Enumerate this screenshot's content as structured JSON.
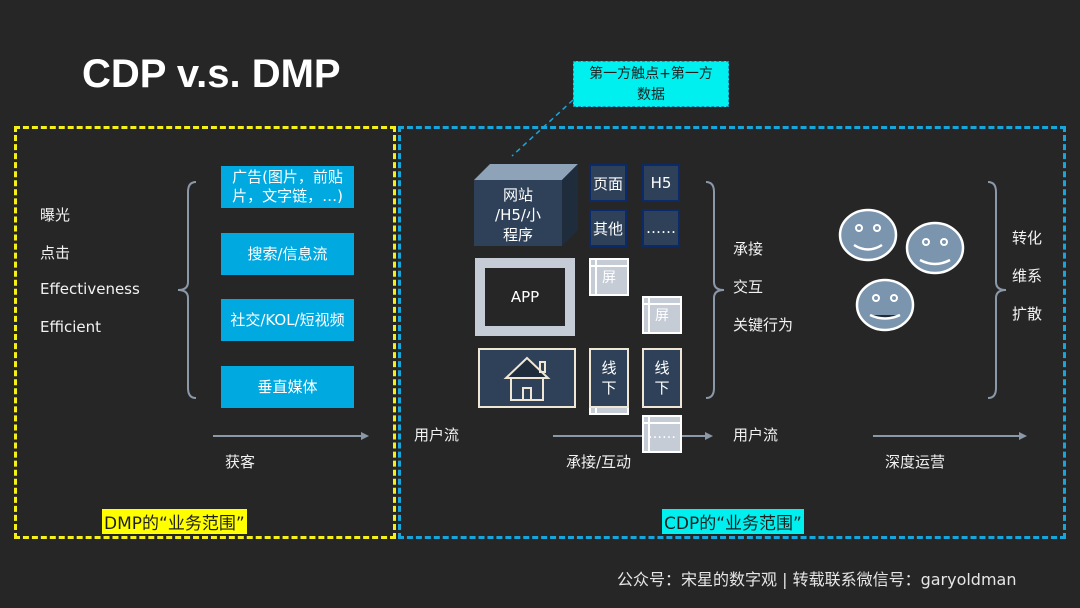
{
  "title": "CDP v.s. DMP",
  "callout": {
    "line1": "第一方触点+第一方",
    "line2": "数据"
  },
  "dmp": {
    "metrics": [
      "曝光",
      "点击",
      "Effectiveness",
      "Efficient"
    ],
    "channels": [
      {
        "line1": "广告(图片，前贴",
        "line2": "片，文字链，…)"
      },
      {
        "line1": "搜索/信息流",
        "line2": ""
      },
      {
        "line1": "社交/KOL/短视频",
        "line2": ""
      },
      {
        "line1": "垂直媒体",
        "line2": ""
      }
    ],
    "flow_label": "获客",
    "zone_label": "DMP的“业务范围”"
  },
  "cdp": {
    "site_cube": {
      "line1": "网站",
      "line2": "/H5/小",
      "line3": "程序"
    },
    "web_tiles": [
      "页面",
      "H5",
      "其他",
      "……"
    ],
    "app_label": "APP",
    "app_screens": [
      "屏",
      "屏",
      "屏",
      "……"
    ],
    "offline_tiles": [
      {
        "line1": "线",
        "line2": "下"
      },
      {
        "line1": "线",
        "line2": "下"
      }
    ],
    "touch_actions": [
      "承接",
      "交互",
      "关键行为"
    ],
    "outcomes": [
      "转化",
      "维系",
      "扩散"
    ],
    "user_flow_1": "用户流",
    "user_flow_2": "用户流",
    "engage_label": "承接/互动",
    "operate_label": "深度运营",
    "zone_label": "CDP的“业务范围”"
  },
  "footer": "公众号：宋星的数字观 | 转载联系微信号：garyoldman",
  "colors": {
    "dmp_zone": "#f5f01a",
    "cdp_zone": "#17a6dc",
    "channel_box": "#00a9e0",
    "callout": "#00f0f0",
    "background": "#262626"
  }
}
